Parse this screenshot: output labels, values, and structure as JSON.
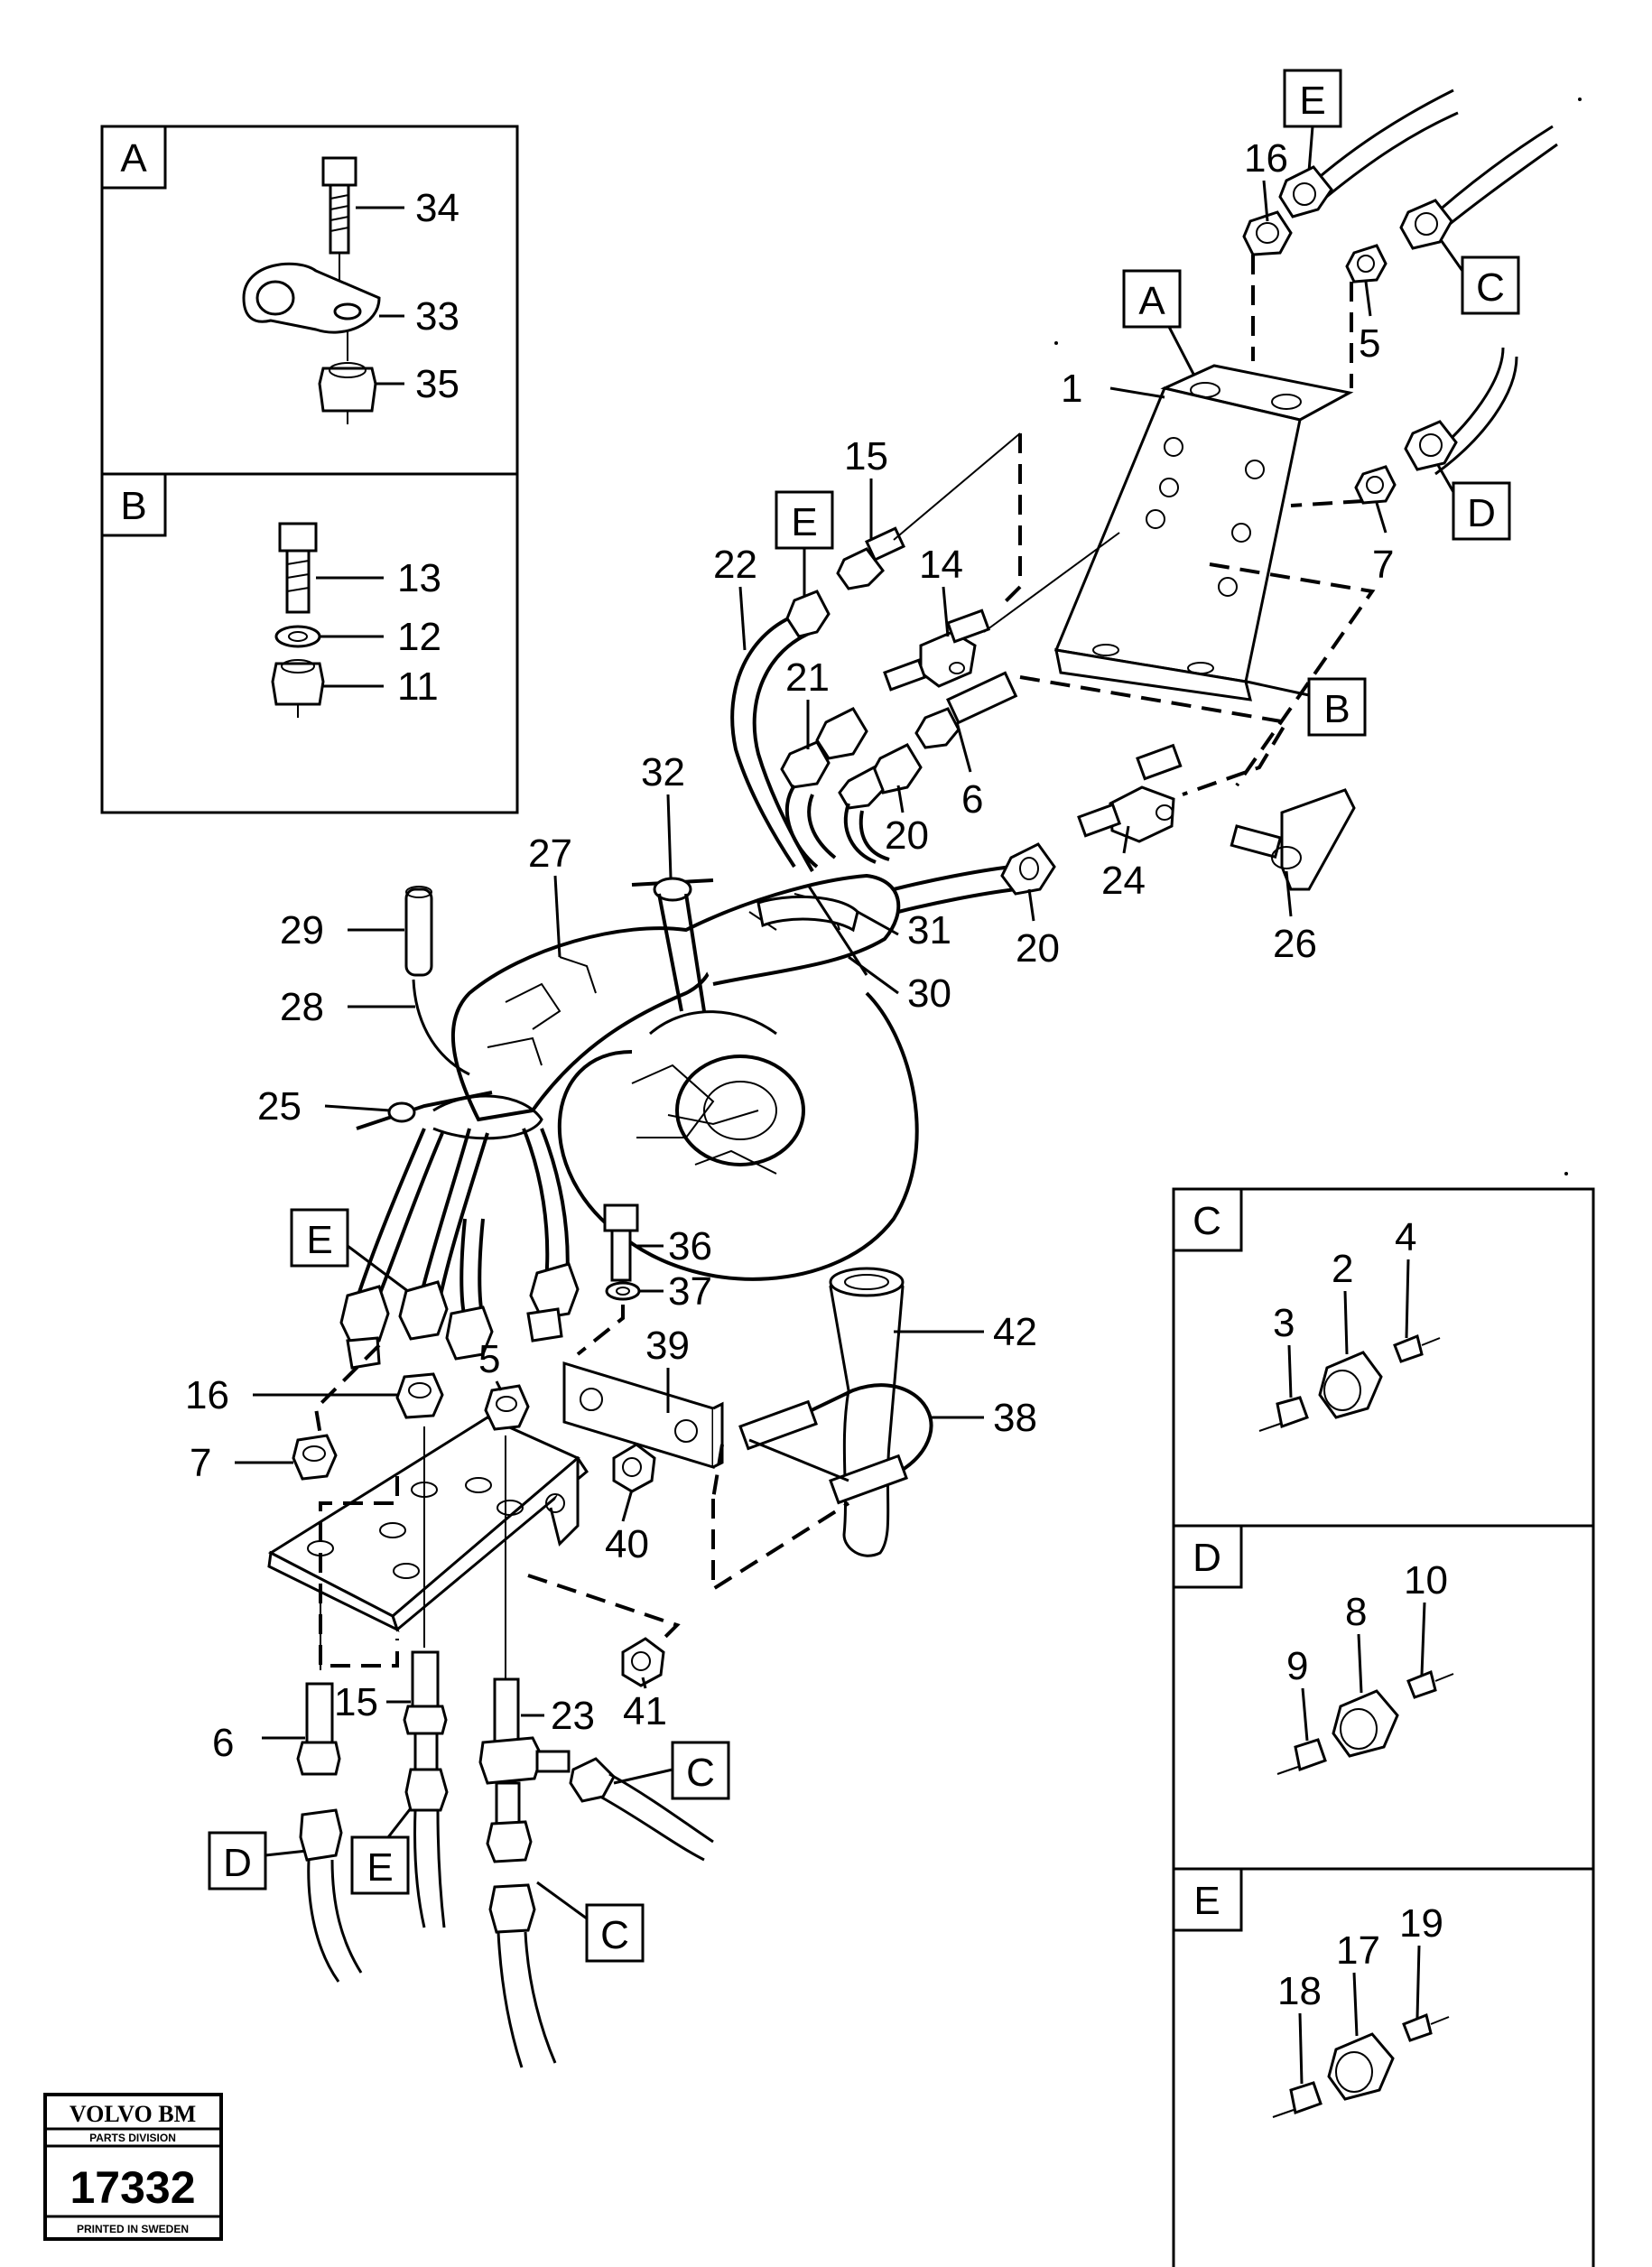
{
  "inset_boxes": {
    "A": {
      "tag": "A",
      "labels": {
        "p34": "34",
        "p33": "33",
        "p35": "35"
      }
    },
    "B": {
      "tag": "B",
      "labels": {
        "p13": "13",
        "p12": "12",
        "p11": "11"
      }
    },
    "C": {
      "tag": "C",
      "labels": {
        "p2": "2",
        "p3": "3",
        "p4": "4"
      }
    },
    "D": {
      "tag": "D",
      "labels": {
        "p8": "8",
        "p9": "9",
        "p10": "10"
      }
    },
    "E": {
      "tag": "E",
      "labels": {
        "p17": "17",
        "p18": "18",
        "p19": "19"
      }
    }
  },
  "callout_boxes": {
    "E_top": "E",
    "C_top": "C",
    "A_bracket": "A",
    "D_right": "D",
    "E_mid": "E",
    "B_bracket": "B",
    "E_left": "E",
    "C_bottom_right": "C",
    "D_bottom": "D",
    "E_bottom": "E",
    "C_bottom": "C"
  },
  "part_labels": {
    "p1": "1",
    "p16_top": "16",
    "p5_top": "5",
    "p15_top": "15",
    "p22": "22",
    "p14": "14",
    "p7_top": "7",
    "p21": "21",
    "p6_mid": "6",
    "p20_a": "20",
    "p20_b": "20",
    "p24": "24",
    "p26": "26",
    "p32": "32",
    "p27": "27",
    "p29": "29",
    "p28": "28",
    "p31": "31",
    "p30": "30",
    "p25": "25",
    "p36": "36",
    "p37": "37",
    "p39": "39",
    "p42": "42",
    "p38": "38",
    "p16_bot": "16",
    "p5_bot": "5",
    "p7_bot": "7",
    "p40": "40",
    "p41": "41",
    "p15_bot": "15",
    "p23": "23",
    "p6_bot": "6"
  },
  "stamp": {
    "brand": "VOLVO BM",
    "division": "PARTS DIVISION",
    "number": "17332",
    "printed": "PRINTED IN SWEDEN"
  }
}
